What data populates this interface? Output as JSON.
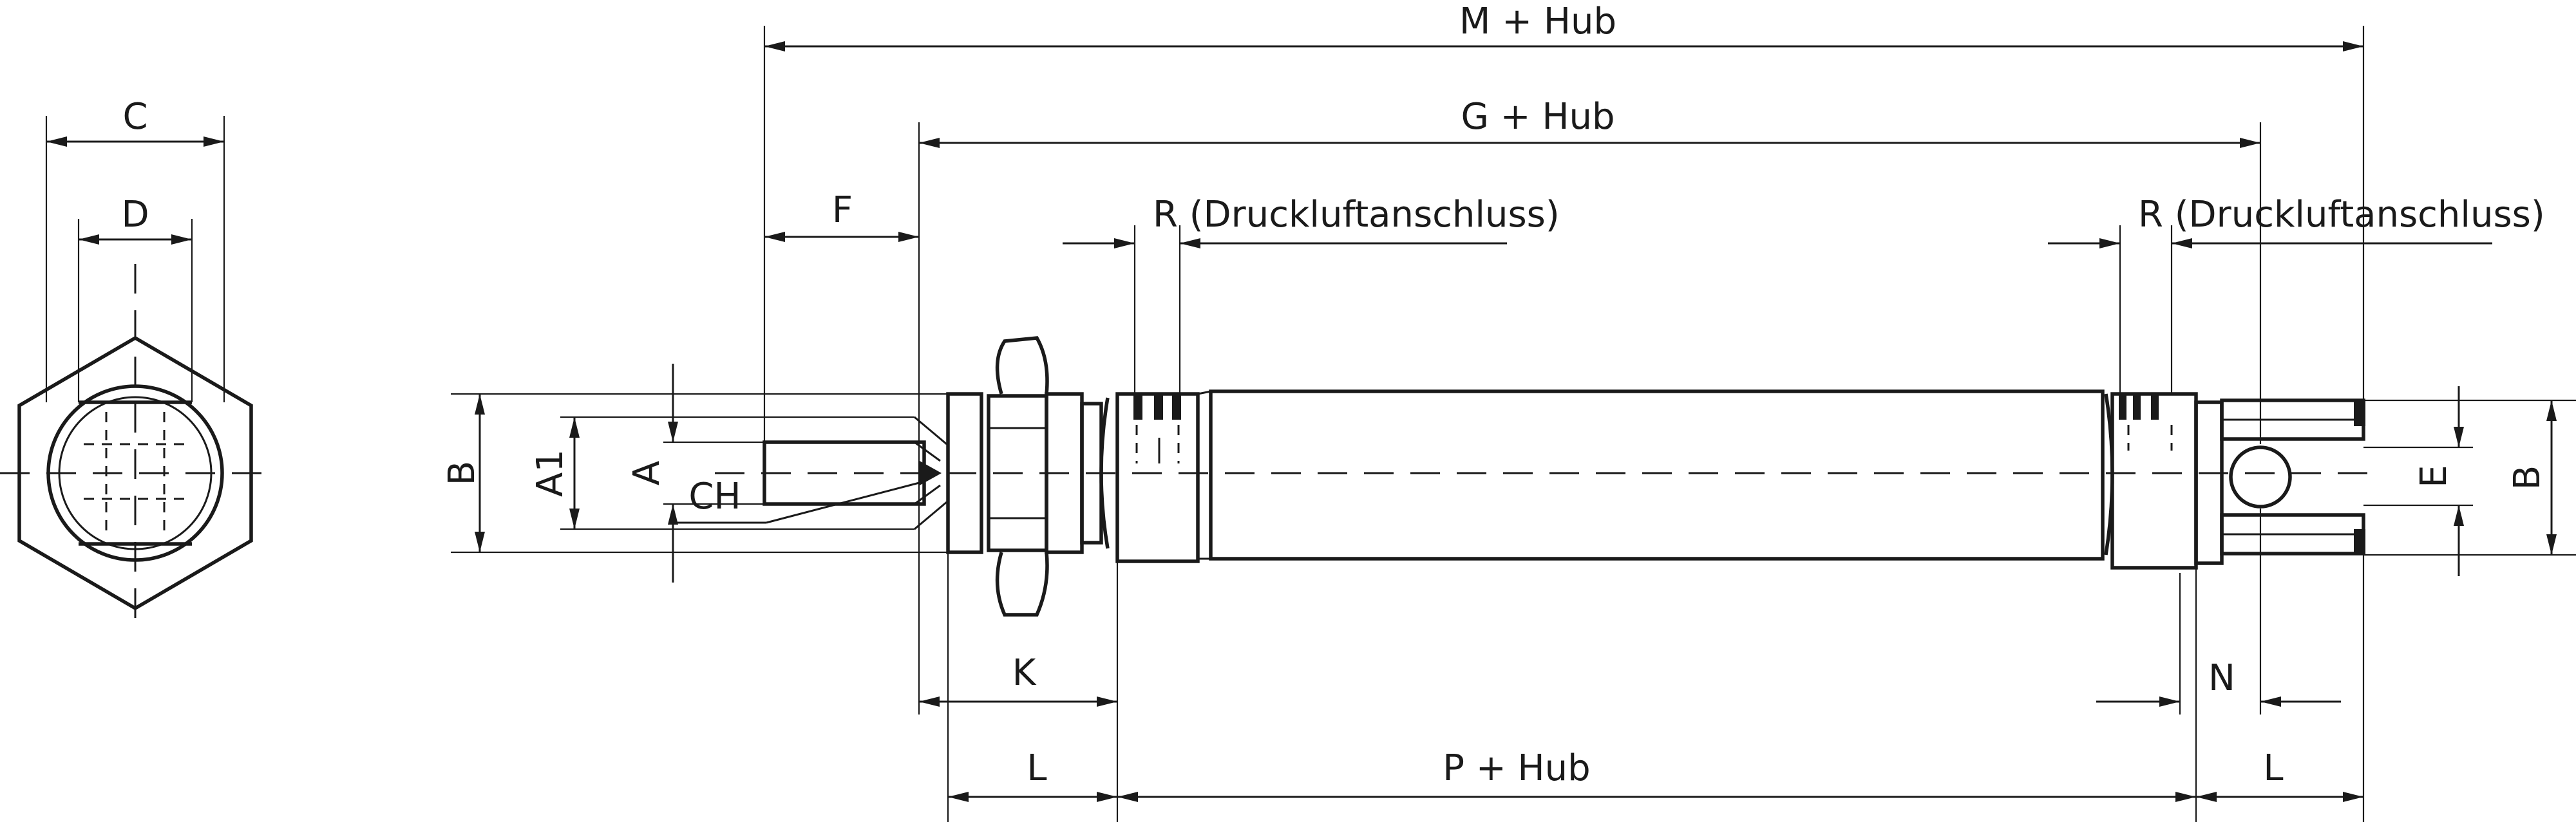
{
  "labels": {
    "m_hub": "M + Hub",
    "g_hub": "G + Hub",
    "p_hub": "P + Hub",
    "r_left": "R (Druckluftanschluss)",
    "r_right": "R (Druckluftanschluss)",
    "c": "C",
    "d": "D",
    "f": "F",
    "k": "K",
    "l_left": "L",
    "l_right": "L",
    "n": "N",
    "ch": "CH",
    "b_left": "B",
    "a1": "A1",
    "a": "A",
    "e": "E",
    "b_right": "B"
  }
}
